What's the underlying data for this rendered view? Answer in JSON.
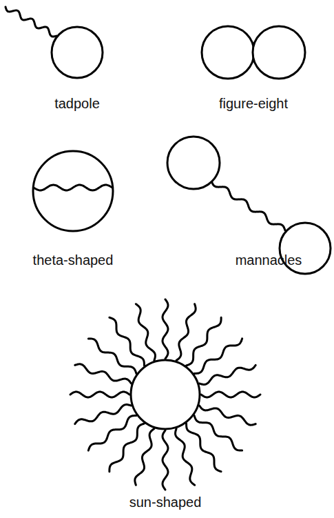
{
  "diagram": {
    "labels": [
      "tadpole",
      "figure-eight",
      "theta-shaped",
      "mannacles",
      "sun-shaped"
    ]
  }
}
